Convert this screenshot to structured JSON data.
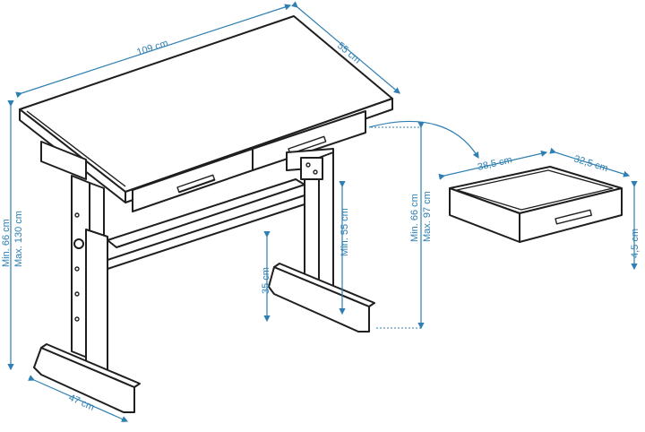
{
  "dimensions": {
    "desk_width": "109 cm",
    "desk_depth": "55 cm",
    "base_depth": "47 cm",
    "height_min": "Min. 66 cm",
    "height_max": "Max. 130 cm",
    "tilt_height_min": "Min. 66 cm",
    "tilt_height_max": "Max. 97 cm",
    "side_height": "Min. 55 cm",
    "crossbar_height": "35 cm",
    "drawer_width": "38,5 cm",
    "drawer_depth": "32,5 cm",
    "drawer_height": "4,5 cm"
  },
  "colors": {
    "dimension": "#2f7fb2",
    "outline": "#1f1f1f",
    "background": "#ffffff"
  }
}
